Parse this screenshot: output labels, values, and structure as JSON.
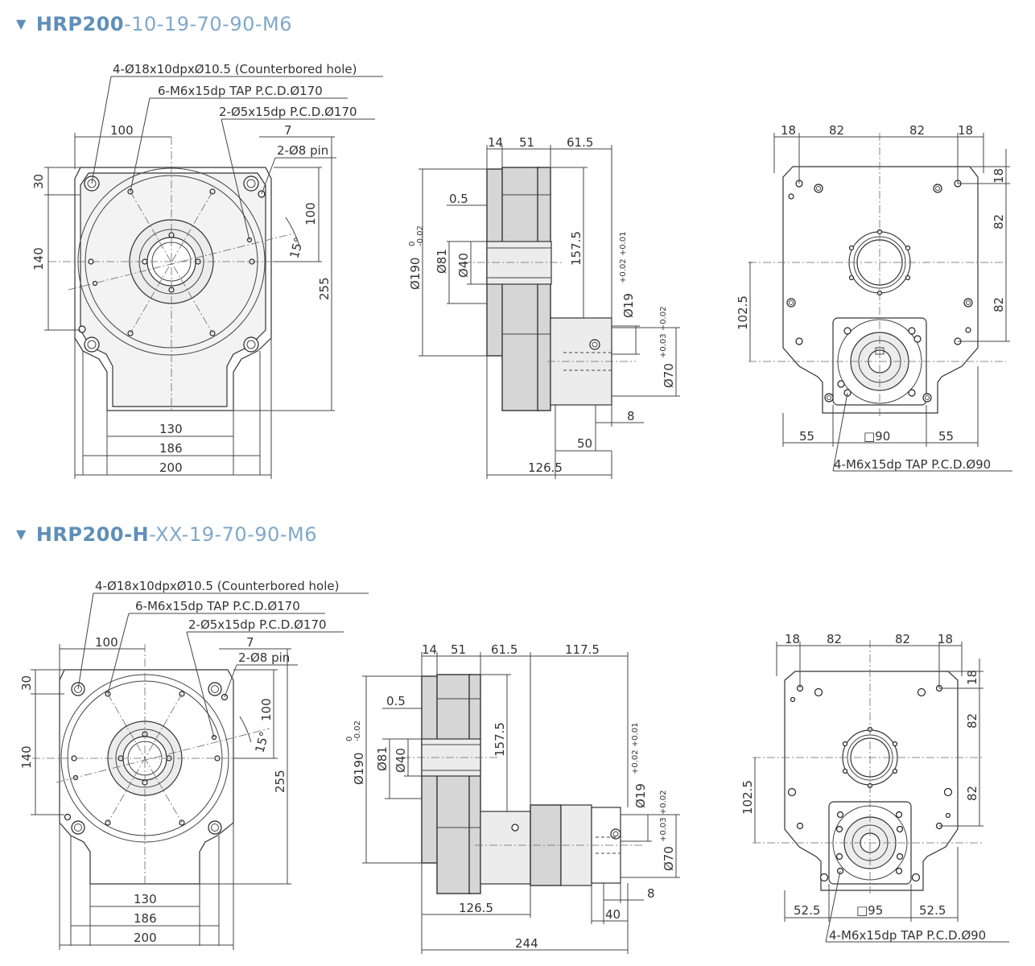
{
  "sections": [
    {
      "model_bold": "HRP200",
      "model_rest": "-10-19-70-90-M6",
      "front": {
        "hole_notes": [
          "4-Ø18x10dpxØ10.5 (Counterbored hole)",
          "6-M6x15dp TAP P.C.D.Ø170",
          "2-Ø5x15dp P.C.D.Ø170",
          "7",
          "2-Ø8 pin"
        ],
        "dims": {
          "top_100": "100",
          "left_30": "30",
          "left_140": "140",
          "right_100": "100",
          "angle": "15°",
          "right_255": "255",
          "b130": "130",
          "b186": "186",
          "b200": "200"
        }
      },
      "side": {
        "top": [
          "14",
          "51",
          "61.5"
        ],
        "d05": "0.5",
        "d40": "Ø40",
        "d81": "Ø81",
        "d190": "Ø190",
        "d190_tol_up": "0",
        "d190_tol_dn": "-0.02",
        "h157": "157.5",
        "d19": "Ø19",
        "d19_tol": "+0.02 +0.01",
        "d70": "Ø70",
        "d70_tol": "+0.03 +0.02",
        "b8": "8",
        "b50": "50",
        "b126": "126.5"
      },
      "back": {
        "top": [
          "18",
          "82",
          "82",
          "18"
        ],
        "right": [
          "18",
          "82",
          "82"
        ],
        "left": "102.5",
        "bottom": [
          "55",
          "□90",
          "55"
        ],
        "note": "4-M6x15dp TAP P.C.D.Ø90"
      }
    },
    {
      "model_bold": "HRP200-H",
      "model_rest": "-XX-19-70-90-M6",
      "front": {
        "hole_notes": [
          "4-Ø18x10dpxØ10.5 (Counterbored hole)",
          "6-M6x15dp TAP P.C.D.Ø170",
          "2-Ø5x15dp P.C.D.Ø170",
          "7",
          "2-Ø8 pin"
        ],
        "dims": {
          "top_100": "100",
          "left_30": "30",
          "left_140": "140",
          "right_100": "100",
          "angle": "15°",
          "right_255": "255",
          "b130": "130",
          "b186": "186",
          "b200": "200"
        }
      },
      "side": {
        "top": [
          "14",
          "51",
          "61.5",
          "117.5"
        ],
        "d05": "0.5",
        "d40": "Ø40",
        "d81": "Ø81",
        "d190": "Ø190",
        "d190_tol_up": "0",
        "d190_tol_dn": "-0.02",
        "h157": "157.5",
        "d19": "Ø19",
        "d19_tol": "+0.02 +0.01",
        "d70": "Ø70",
        "d70_tol": "+0.03 +0.02",
        "b8": "8",
        "b40": "40",
        "b126": "126.5",
        "b244": "244"
      },
      "back": {
        "top": [
          "18",
          "82",
          "82",
          "18"
        ],
        "right": [
          "18",
          "82",
          "82"
        ],
        "left": "102.5",
        "bottom": [
          "52.5",
          "□95",
          "52.5"
        ],
        "note": "4-M6x15dp TAP P.C.D.Ø90"
      }
    }
  ]
}
